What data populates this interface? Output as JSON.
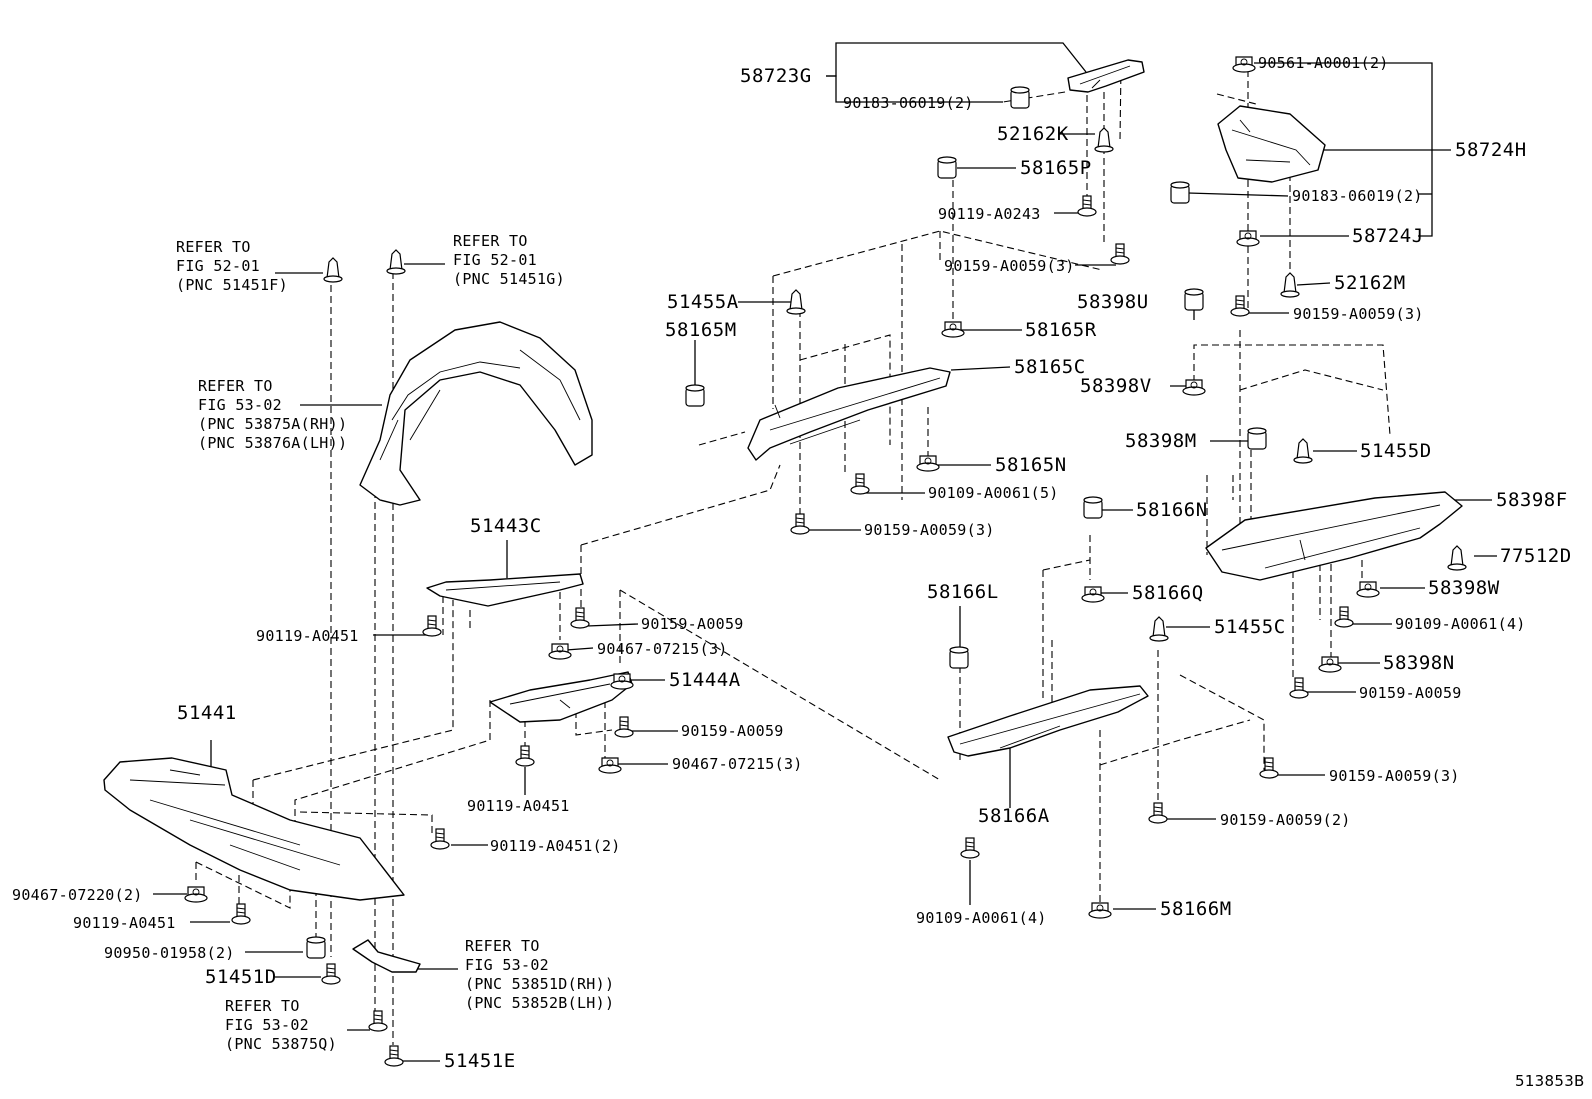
{
  "diagram_id": "513853B",
  "refs": {
    "fig52_f": [
      "REFER TO",
      "FIG 52-01",
      "(PNC 51451F)"
    ],
    "fig52_g": [
      "REFER TO",
      "FIG 52-01",
      "(PNC 51451G)"
    ],
    "fig53_liner": [
      "REFER TO",
      "FIG 53-02",
      "(PNC 53875A(RH))",
      "(PNC 53876A(LH))"
    ],
    "fig53_seal": [
      "REFER TO",
      "FIG 53-02",
      "(PNC 53851D(RH))",
      "(PNC 53852B(LH))"
    ],
    "fig53_q": [
      "REFER TO",
      "FIG 53-02",
      "(PNC 53875Q)"
    ]
  },
  "parts": {
    "p58723G": "58723G",
    "p90183_top": "90183-06019(2)",
    "p52162K": "52162K",
    "p58165P": "58165P",
    "p90119_A0243": "90119-A0243",
    "p90159_top": "90159-A0059(3)",
    "p90561": "90561-A0001(2)",
    "p58724H": "58724H",
    "p90183_right": "90183-06019(2)",
    "p58724J": "58724J",
    "p52162M": "52162M",
    "p90159_right": "90159-A0059(3)",
    "p51455A": "51455A",
    "p58165M": "58165M",
    "p58165R": "58165R",
    "p58165C": "58165C",
    "p58398U": "58398U",
    "p58398V": "58398V",
    "p58398M": "58398M",
    "p51455D": "51455D",
    "p58165N": "58165N",
    "p90109_mid": "90109-A0061(5)",
    "p90159_mid": "90159-A0059(3)",
    "p58398F": "58398F",
    "p58166N": "58166N",
    "p77512D": "77512D",
    "p51443C": "51443C",
    "p58166L": "58166L",
    "p58166Q": "58166Q",
    "p58398W": "58398W",
    "p90159_c": "90159-A0059",
    "p90119_a": "90119-A0451",
    "p90467_a": "90467-07215(3)",
    "p51455C": "51455C",
    "p90109_r": "90109-A0061(4)",
    "p51444A": "51444A",
    "p58398N": "58398N",
    "p90159_r2": "90159-A0059",
    "p51441": "51441",
    "p90159_d": "90159-A0059",
    "p90467_b": "90467-07215(3)",
    "p90159_r3": "90159-A0059(3)",
    "p90119_b": "90119-A0451",
    "p58166A": "58166A",
    "p90159_2": "90159-A0059(2)",
    "p90119_2": "90119-A0451(2)",
    "p90467_07220": "90467-07220(2)",
    "p90119_c": "90119-A0451",
    "p58166M": "58166M",
    "p90109_bot": "90109-A0061(4)",
    "p90950": "90950-01958(2)",
    "p51451D": "51451D",
    "p51451E": "51451E"
  }
}
